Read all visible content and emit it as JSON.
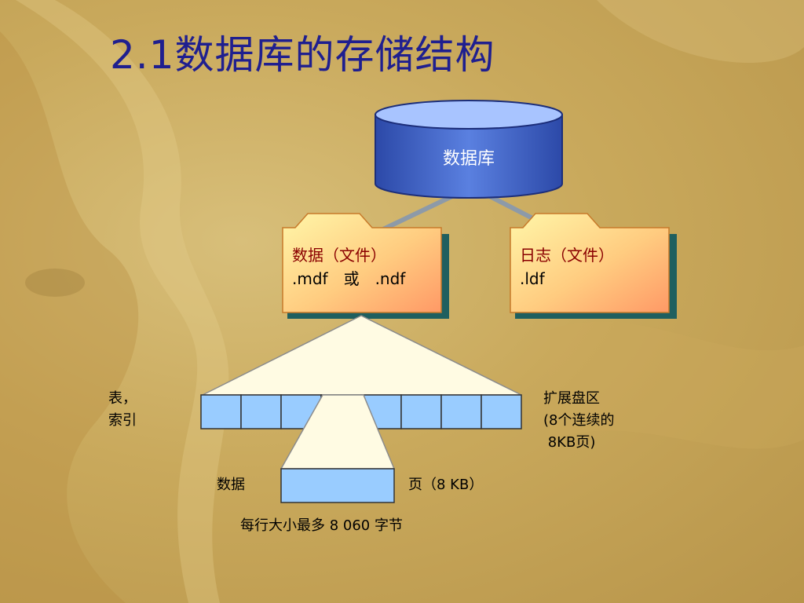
{
  "slide": {
    "title": "2.1数据库的存储结构"
  },
  "diagram": {
    "database_label": "数据库",
    "data_file": {
      "line1": "数据（文件）",
      "line2": ".mdf　或　.ndf"
    },
    "log_file": {
      "line1": "日志（文件）",
      "line2": ".ldf"
    },
    "left_label": {
      "line1": "表，",
      "line2": "索引"
    },
    "extent_label": {
      "line1": "扩展盘区",
      "line2": "(8个连续的",
      "line3": " 8KB页)"
    },
    "page_left_label": "数据",
    "page_right_label": "页（8 KB）",
    "row_note": "每行大小最多 8 060 字节"
  },
  "colors": {
    "title": "#1f1f8f",
    "db_fill": "#3a5fc4",
    "file_text": "#8a0000",
    "cell_fill": "#99ccff",
    "triangle_fill": "#fffbe3"
  }
}
